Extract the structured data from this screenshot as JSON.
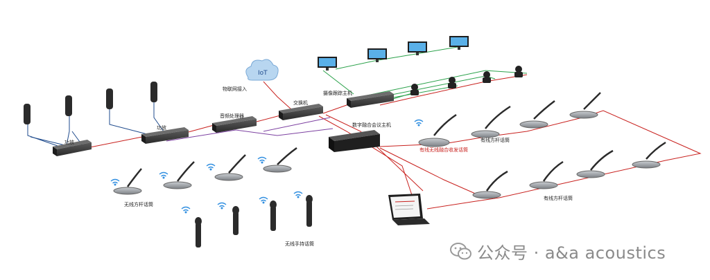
{
  "labels": {
    "iot": "IoT",
    "iot_access": "物联网接入",
    "amplifier_1": "功放",
    "amplifier_2": "功放",
    "audio_processor": "音频处理器",
    "switch": "交换机",
    "camera_host": "摄像跟踪主机",
    "conference_host": "数字融合会议主机",
    "wired_wireless_mic": "有线无线融合收发话筒",
    "wired_mic_1": "有线方杆话筒",
    "wired_mic_2": "有线方杆话筒",
    "wireless_mic": "无线方杆话筒",
    "wireless_handheld": "无线手持话筒"
  },
  "watermark": {
    "text": "公众号 · a&a acoustics"
  },
  "colors": {
    "audio_line": "#c8201d",
    "network_line": "#7b3fa0",
    "speaker_line": "#1e4a8c",
    "video_line": "#2aa14a",
    "label_red": "#c8201d",
    "device": "#2b2b2b"
  }
}
